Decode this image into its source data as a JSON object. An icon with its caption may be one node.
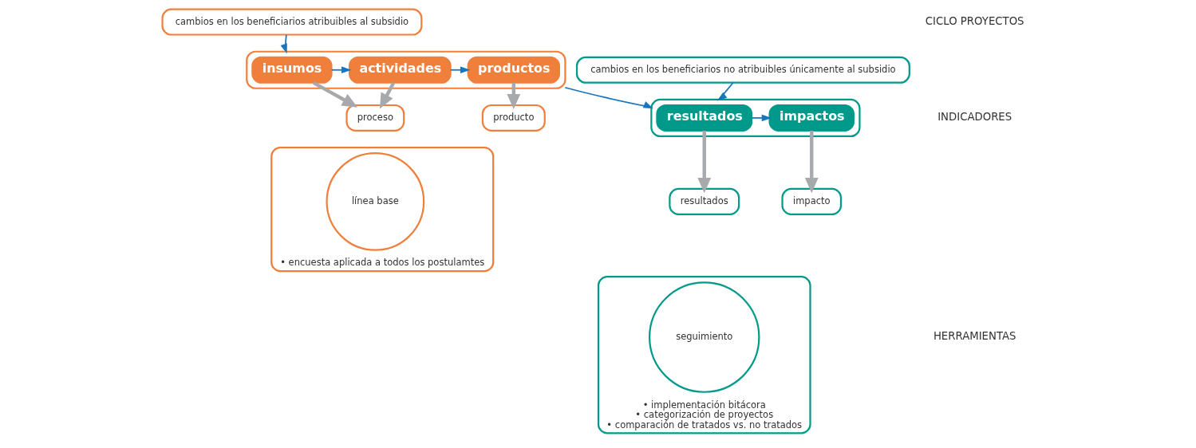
{
  "diagram": {
    "nodes": [
      {
        "text": [
          "cambios en los beneficiarios atribuibles al subsidio"
        ]
      },
      {
        "text": [
          "cambios en los beneficiarios no atribuibles únicamente al subsidio"
        ]
      },
      {
        "text": [],
        "shape": "box"
      },
      {
        "text": [
          "insumos"
        ],
        "in": 2
      },
      {
        "text": [
          "actividades"
        ],
        "in": 2
      },
      {
        "text": [
          "productos"
        ],
        "in": 2
      },
      {
        "text": [],
        "shape": "box"
      },
      {
        "text": [
          "resultados"
        ],
        "in": 6
      },
      {
        "text": [
          "impactos"
        ],
        "in": 6
      },
      {
        "text": [
          "proceso"
        ]
      },
      {
        "text": [
          "producto"
        ]
      },
      {
        "text": [
          "resultados"
        ]
      },
      {
        "text": [
          "impacto"
        ]
      },
      {
        "text": [
          "• encuesta aplicada a todos los postulamtes"
        ]
      },
      {
        "text": [
          "línea base"
        ],
        "in": 13
      },
      {
        "text": [
          "• implementación bitácora",
          "• categorización de proyectos",
          "• comparación de tratados vs. no tratados"
        ]
      },
      {
        "text": [
          "seguimiento"
        ],
        "in": 15
      }
    ],
    "edges": [
      {
        "from": 0,
        "to": 2,
        "arrow": "to"
      },
      {
        "from": 1,
        "to": 6,
        "arrow": "to"
      },
      {
        "from": 3,
        "to": 4,
        "arrow": "to"
      },
      {
        "from": 4,
        "to": 5,
        "arrow": "to"
      },
      {
        "from": 2,
        "to": 6,
        "arrow": "to"
      },
      {
        "from": 7,
        "to": 8,
        "arrow": "to"
      },
      {
        "from": 3,
        "to": 9,
        "arrow": "to",
        "style": "thick",
        "color": "#a7a9ac"
      },
      {
        "from": 4,
        "to": 9,
        "arrow": "to",
        "style": "thick",
        "color": "#a7a9ac"
      },
      {
        "from": 5,
        "to": 10,
        "arrow": "to",
        "style": "thick",
        "color": "#a7a9ac"
      },
      {
        "from": 7,
        "to": 11,
        "arrow": "to",
        "style": "thick",
        "color": "#a7a9ac"
      },
      {
        "from": 8,
        "to": 12,
        "arrow": "to",
        "style": "thick",
        "color": "#a7a9ac"
      }
    ],
    "labels": [
      "CICLO PROYECTOS",
      "INDICADORES",
      "HERRAMIENTAS"
    ]
  }
}
